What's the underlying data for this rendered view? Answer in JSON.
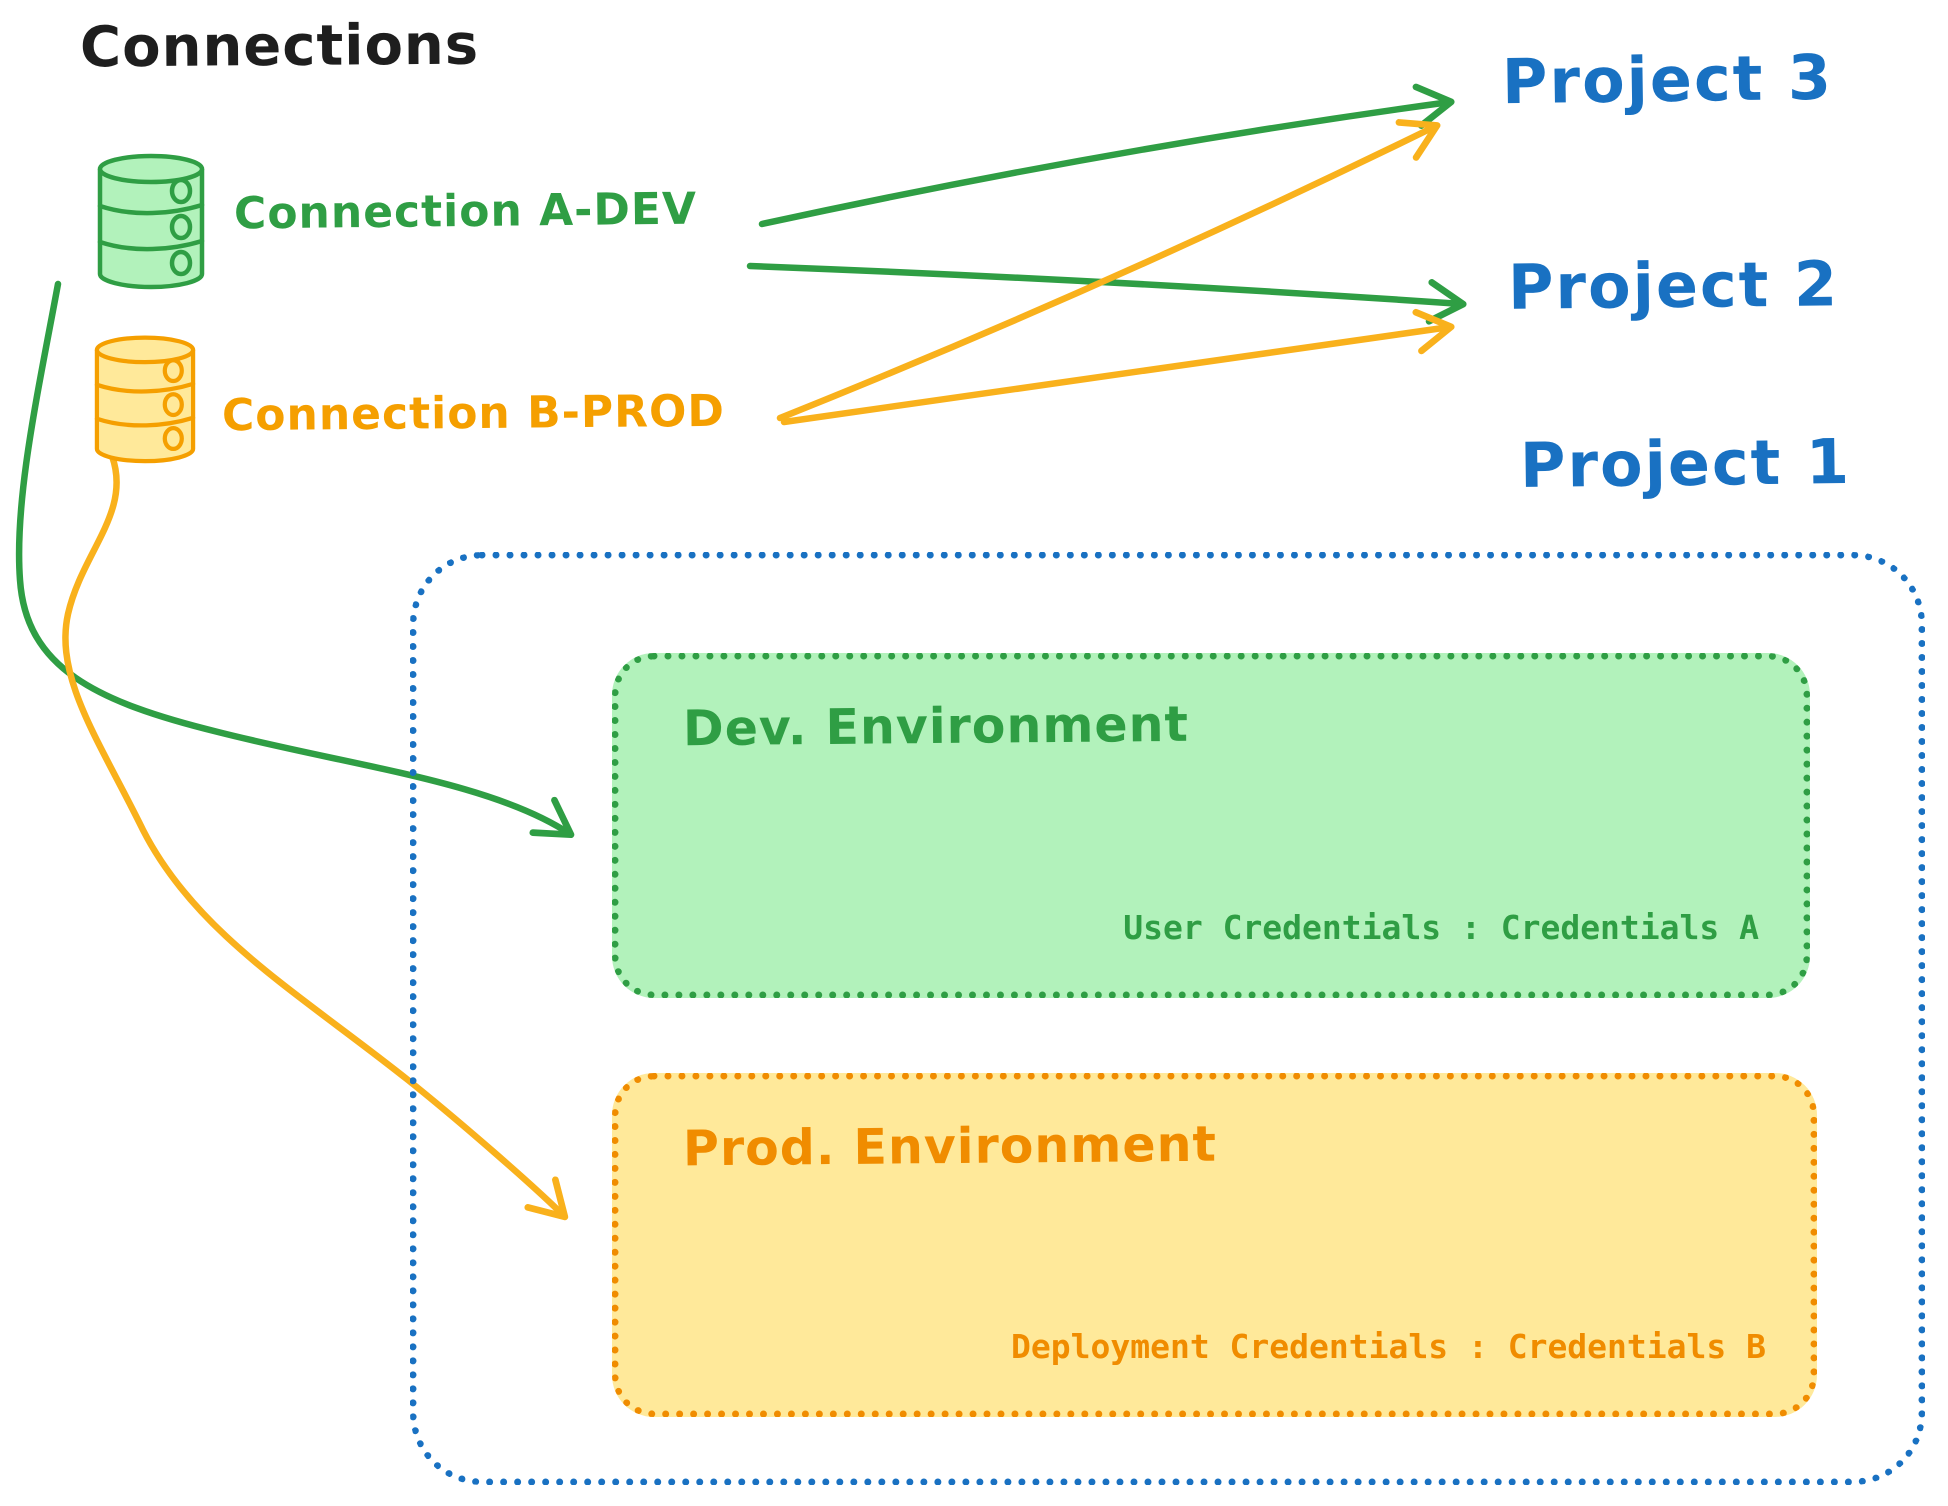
{
  "diagram": {
    "title": "Connections",
    "connections": [
      {
        "label": "Connection A-DEV",
        "environment": "dev"
      },
      {
        "label": "Connection B-PROD",
        "environment": "prod"
      }
    ],
    "projects": [
      "Project 3",
      "Project 2",
      "Project 1"
    ],
    "project1": {
      "dev_environment": {
        "title": "Dev. Environment",
        "credentials": "User Credentials : Credentials A"
      },
      "prod_environment": {
        "title": "Prod. Environment",
        "credentials": "Deployment Credentials : Credentials B"
      }
    },
    "links": [
      {
        "from": "Connection A-DEV",
        "to": "Project 3"
      },
      {
        "from": "Connection A-DEV",
        "to": "Project 2"
      },
      {
        "from": "Connection B-PROD",
        "to": "Project 3"
      },
      {
        "from": "Connection B-PROD",
        "to": "Project 2"
      },
      {
        "from": "Connection A-DEV",
        "to": "Project 1 Dev. Environment"
      },
      {
        "from": "Connection B-PROD",
        "to": "Project 1 Prod. Environment"
      }
    ],
    "colors": {
      "black": "#1e1e1e",
      "blue": "#1971c2",
      "green": "#2f9e44",
      "green_fill": "#b2f2bb",
      "orange": "#f08c00",
      "orange_label": "#f59f00",
      "orange_arrow": "#f9b11c",
      "yellow_fill": "#ffe99a"
    }
  }
}
